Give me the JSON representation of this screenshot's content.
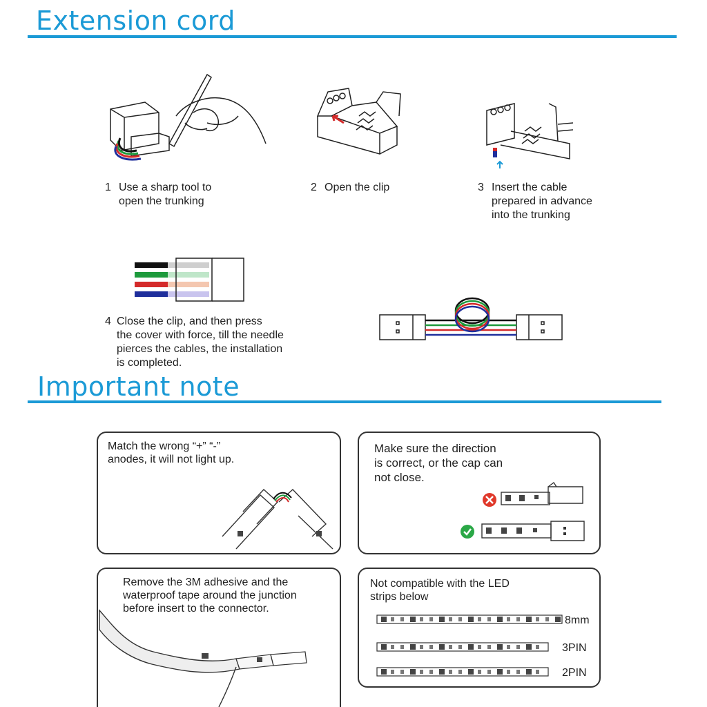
{
  "sections": {
    "extension_title": "Extension cord",
    "important_title": "Important note"
  },
  "steps": [
    {
      "num": "1",
      "text": [
        "Use a sharp tool to",
        "open the trunking"
      ]
    },
    {
      "num": "2",
      "text": [
        "Open the clip"
      ]
    },
    {
      "num": "3",
      "text": [
        "Insert the cable",
        "prepared in advance",
        "into the trunking"
      ]
    },
    {
      "num": "4",
      "text": [
        "Close the clip, and then press",
        "the cover with force, till the needle",
        "pierces the cables, the installation",
        "is completed."
      ]
    }
  ],
  "notes": {
    "polarity": [
      "Match the wrong “+” “-”",
      "anodes, it will not light up."
    ],
    "direction": [
      "Make sure the direction",
      "is correct, or the cap can",
      "not close."
    ],
    "adhesive": [
      "Remove the 3M adhesive and the",
      "waterproof tape around the junction",
      "before insert to the connector."
    ],
    "compat": [
      "Not compatible with the LED",
      "strips below"
    ],
    "strip_labels": [
      "8mm",
      "3PIN",
      "2PIN"
    ]
  },
  "colors": {
    "accent": "#1b9ad6",
    "wrong": "#e0392b",
    "right": "#2aa846",
    "wire_black": "#111111",
    "wire_green": "#1d9a3c",
    "wire_red": "#d42a2a",
    "wire_blue": "#1f2f9c"
  }
}
